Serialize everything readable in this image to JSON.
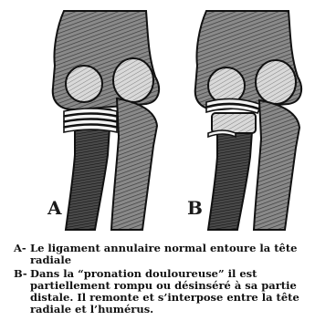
{
  "figure": {
    "panel_a": {
      "label": "A"
    },
    "panel_b": {
      "label": "B"
    }
  },
  "caption": {
    "items": [
      {
        "letter": "A-",
        "text": "Le ligament annulaire normal entoure la tête radiale"
      },
      {
        "letter": "B-",
        "text": "Dans la “pronation douloureuse” il est partiellement rompu ou désinséré à sa partie distale. Il remonte et s’interpose entre la tête radiale et l’humérus."
      }
    ]
  }
}
